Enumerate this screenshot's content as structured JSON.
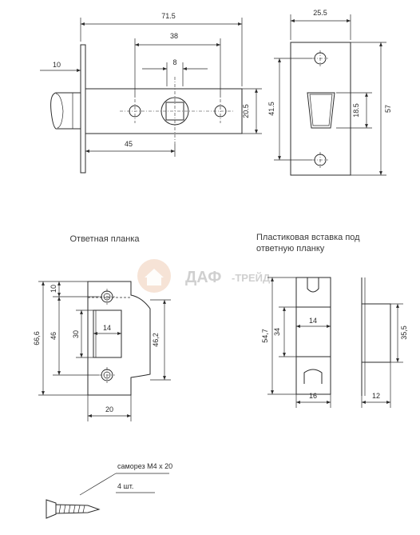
{
  "lock_side": {
    "overall_length": "71.5",
    "hole_distance": "38",
    "spindle_square": "8",
    "faceplate_thickness": "10",
    "backset": "45",
    "body_height": "20.5"
  },
  "lock_front": {
    "width": "25.5",
    "hole_spacing": "41.5",
    "height": "57",
    "latch_height": "18.5"
  },
  "strike_plate": {
    "caption": "Ответная планка",
    "top_offset": "10",
    "height": "66,6",
    "hole_spacing": "46",
    "window_height": "30",
    "window_width": "14",
    "lip_height": "46,2",
    "width": "20"
  },
  "plastic_insert": {
    "caption_line1": "Пластиковая вставка под",
    "caption_line2": "ответную планку",
    "outer_height": "54,7",
    "inner_height": "34",
    "inner_width": "14",
    "width": "16",
    "side_height": "35,5",
    "depth": "12"
  },
  "screw": {
    "label": "саморез М4 х 20",
    "quantity": "4 шт."
  },
  "watermark": {
    "brand": "ДАФ",
    "suffix": "-ТРЕЙД"
  }
}
